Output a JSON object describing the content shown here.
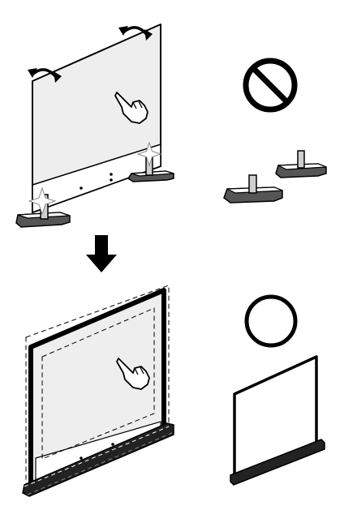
{
  "illustration": {
    "top_left": {
      "panel": "tv-panel-on-stand-legs",
      "gesture": "hand-touching-screen-icon",
      "indicators": [
        "rotate-arrow-icon",
        "rotate-arrow-icon",
        "sparkle-icon",
        "sparkle-icon"
      ]
    },
    "top_right": {
      "verdict": "prohibited-icon",
      "parts": [
        "stand-leg",
        "stand-leg"
      ]
    },
    "transition": "arrow-down-icon",
    "bottom_left": {
      "panel": "tv-panel-with-bar-stand",
      "gesture": "hand-touching-screen-icon",
      "outline": "dashed"
    },
    "bottom_right": {
      "verdict": "ok-circle-icon",
      "parts": [
        "panel-with-bar-stand"
      ]
    },
    "colors": {
      "line": "#000000",
      "screen": "#eeeeee",
      "fill": "#ffffff"
    }
  }
}
